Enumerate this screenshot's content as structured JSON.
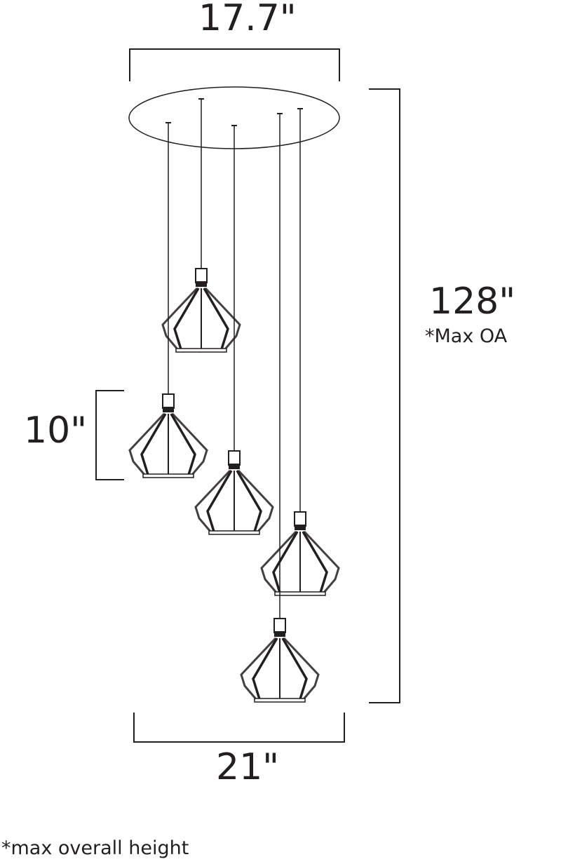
{
  "dimensions": {
    "canopy_width": "17.7\"",
    "overall_height": "128\"",
    "overall_height_note": "*Max OA",
    "pendant_height": "10\"",
    "spread_width": "21\""
  },
  "footnote": "*max overall height",
  "line_color": "#231f20"
}
